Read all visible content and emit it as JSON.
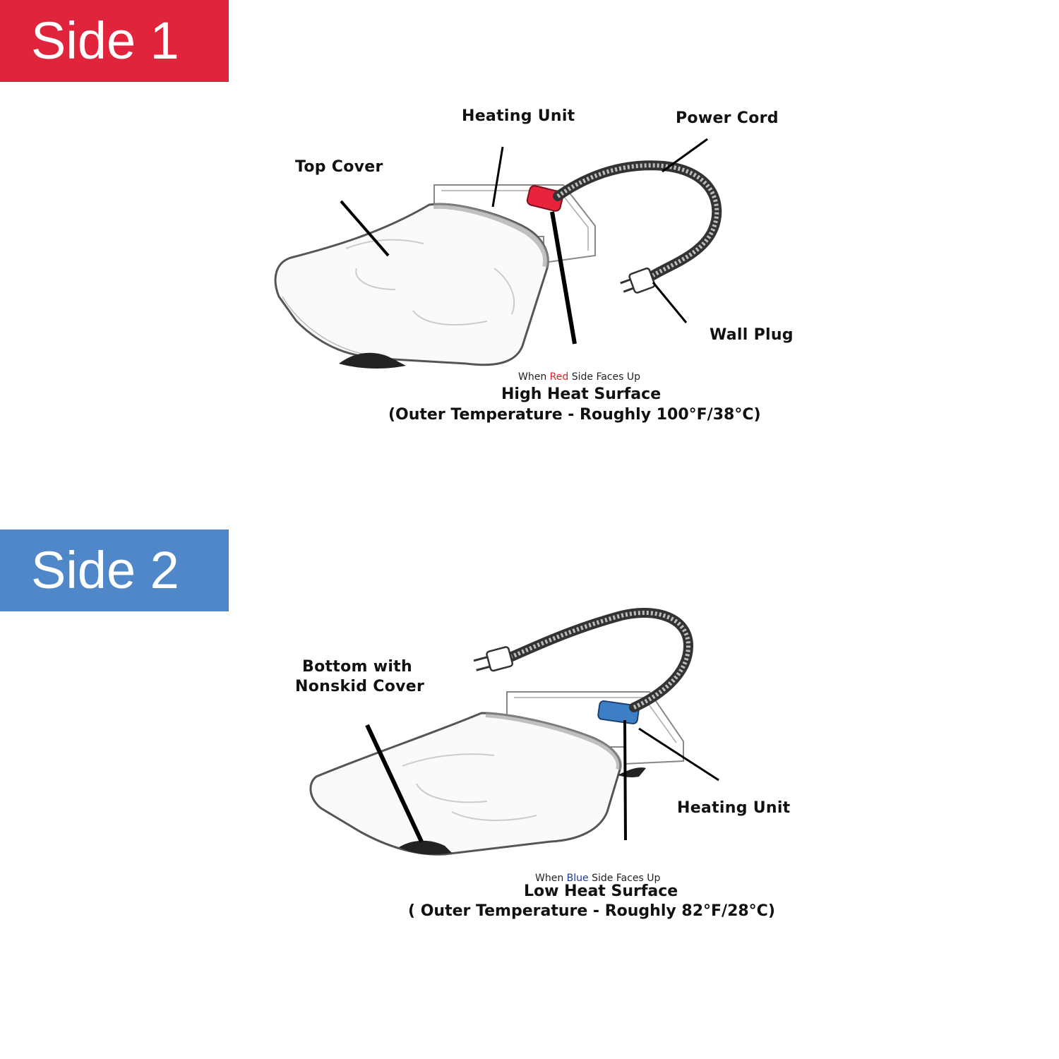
{
  "side1": {
    "banner": "Side 1",
    "banner_color": "#e0243c",
    "labels": {
      "heating_unit": "Heating Unit",
      "power_cord": "Power Cord",
      "top_cover": "Top Cover",
      "wall_plug": "Wall Plug"
    },
    "caption": {
      "when_prefix": "When ",
      "when_color_word": "Red",
      "when_suffix": " Side Faces Up",
      "title": "High Heat Surface",
      "subtitle": "(Outer Temperature - Roughly 100°F/38°C)"
    }
  },
  "side2": {
    "banner": "Side 2",
    "banner_color": "#4f87c8",
    "labels": {
      "bottom_line1": "Bottom with",
      "bottom_line2": "Nonskid Cover",
      "heating_unit": "Heating Unit"
    },
    "caption": {
      "when_prefix": "When ",
      "when_color_word": "Blue",
      "when_suffix": " Side Faces Up",
      "title": "Low Heat Surface",
      "subtitle": "( Outer Temperature - Roughly 82°F/28°C)"
    }
  }
}
